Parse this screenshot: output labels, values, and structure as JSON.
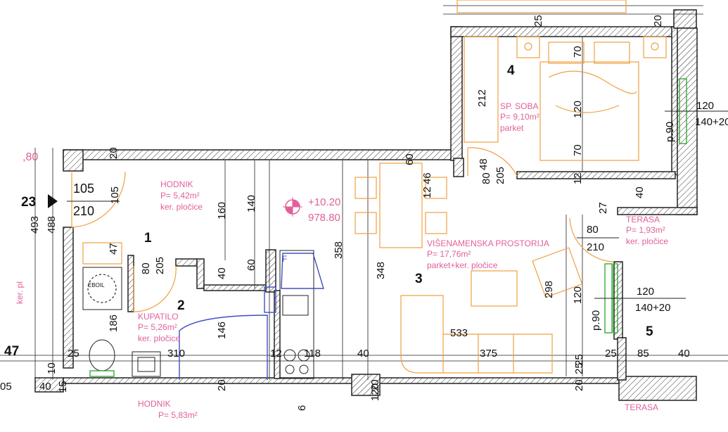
{
  "rooms": [
    {
      "num": "1",
      "name": "HODNIK",
      "area": "P= 5,42m²",
      "floor": "ker. pločice"
    },
    {
      "num": "2",
      "name": "KUPATILO",
      "area": "P= 5,26m²",
      "floor": "ker. pločice"
    },
    {
      "num": "3",
      "name": "VIŠENAMENSKA PROSTORIJA",
      "area": "P= 17,76m²",
      "floor": "parket+ker. pločice"
    },
    {
      "num": "4",
      "name": "SP. SOBA",
      "area": "P= 9,10m²",
      "floor": "parket"
    },
    {
      "num": "5",
      "name": "TERASA",
      "area": "P= 1,93m²",
      "floor": "ker. pločice"
    }
  ],
  "partial_rooms": {
    "hodnik_below_name": "HODNIK",
    "hodnik_below_area": "P= 5,83m²",
    "terasa_below_name": "TERASA",
    "left_cut_text": "ker. pl",
    "left_cut_dim": ",80"
  },
  "level": {
    "relative": "+10.20",
    "absolute": "978.80"
  },
  "appliance_labels": {
    "boiler": "EBOIL",
    "fridge": "F"
  },
  "doors": [
    {
      "id": "entry",
      "width": "105",
      "height": "210"
    },
    {
      "id": "bath",
      "width": "80",
      "height": "205"
    },
    {
      "id": "bedroom",
      "width": "80",
      "height": "205"
    },
    {
      "id": "terrace",
      "width": "80",
      "height": "210"
    }
  ],
  "windows": [
    {
      "id": "bedroom",
      "width": "120",
      "height": "140+20",
      "sill": "p.90"
    },
    {
      "id": "living",
      "width": "120",
      "height": "140+20",
      "sill": "p.90"
    }
  ],
  "dims": {
    "d23": "23",
    "d493": "493",
    "d488": "488",
    "d105v": "105",
    "d47": "47",
    "d186": "186",
    "d25a": "25",
    "d310": "310",
    "d146": "146",
    "d160": "160",
    "d140": "140",
    "d40a": "40",
    "d60a": "60",
    "d12a": "12",
    "d118": "118",
    "d40b": "40",
    "d358": "358",
    "d348": "348",
    "d60b": "60",
    "d46": "46",
    "d12b": "12",
    "d48": "48",
    "d12c": "12",
    "d212": "212",
    "d70a": "70",
    "d120a": "120",
    "d70b": "70",
    "d533": "533",
    "d375": "375",
    "d298": "298",
    "d120b": "120",
    "d25b": "25",
    "d85": "85",
    "d40c": "40",
    "d27": "27",
    "d25c": "25",
    "d20a": "20",
    "d20b": "20",
    "d20c": "20",
    "d20d": "20",
    "d15": "15",
    "d40d": "40",
    "d10": "10",
    "d20e": "20",
    "d6": "6",
    "d47b": "47",
    "d25d": "25",
    "d40e": "40",
    "d120c": "120",
    "d25e": "25",
    "d05": "05"
  }
}
